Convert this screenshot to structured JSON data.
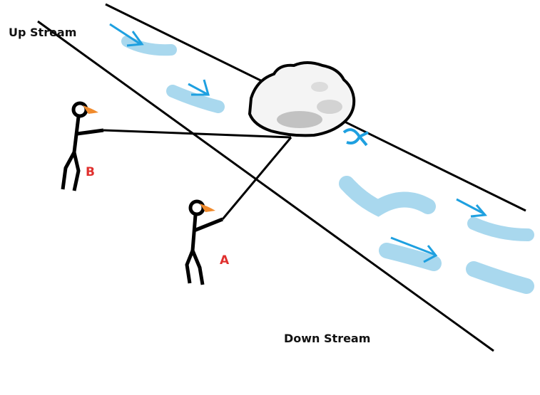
{
  "labels": {
    "upstream": "Up Stream",
    "downstream": "Down Stream",
    "person_a": "A",
    "person_b": "B"
  },
  "colors": {
    "water": "#a9d8ee",
    "arrow": "#1ea0e0",
    "rock_fill": "#f4f4f4",
    "rock_shade": "#bdbdbd",
    "line": "#000000",
    "cap": "#f08a2c",
    "person_label": "#e0302e"
  }
}
